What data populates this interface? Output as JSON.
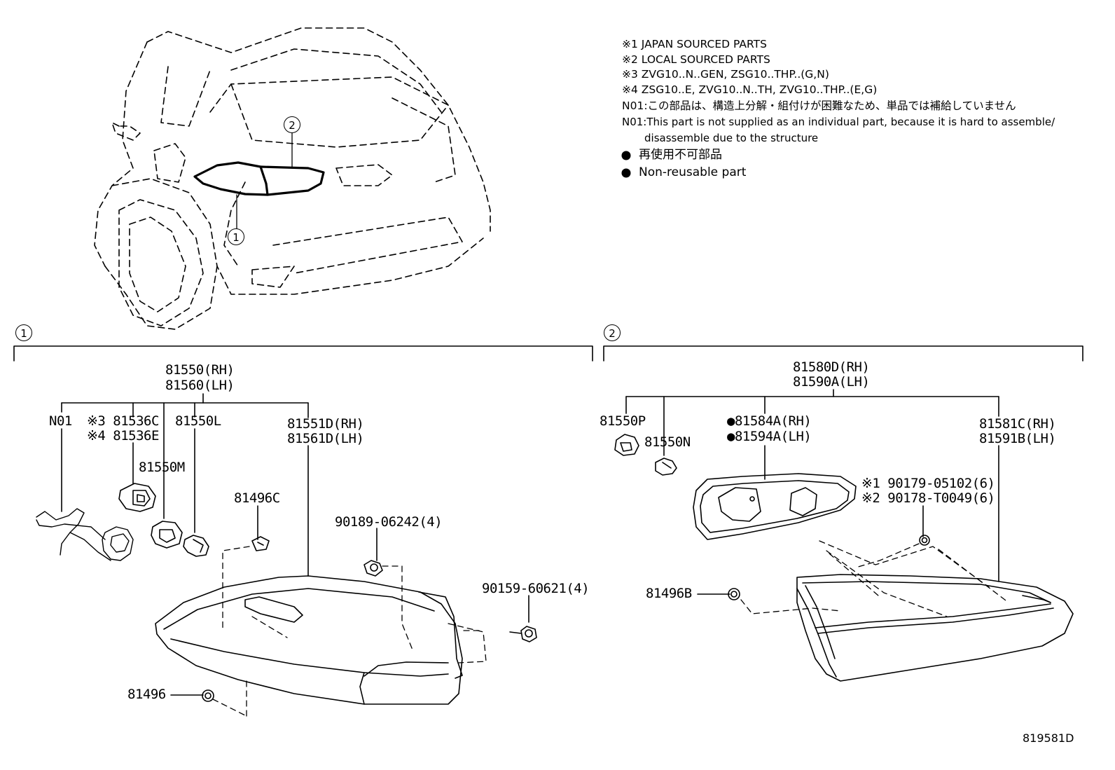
{
  "notes": [
    "※1 JAPAN SOURCED PARTS",
    "※2 LOCAL SOURCED PARTS",
    "※3 ZVG10..N..GEN, ZSG10..THP..(G,N)",
    "※4 ZSG10..E, ZVG10..N..TH, ZVG10..THP..(E,G)",
    "N01:この部品は、構造上分解・組付けが困難なため、単品では補給していません",
    "N01:This part is not supplied as an individual part, because it is hard to assemble/",
    "disassemble due to the structure",
    "再使用不可部品",
    "Non-reusable part"
  ],
  "callouts": {
    "c1": "1",
    "c2": "2"
  },
  "section1": {
    "number": "1",
    "main_rh": "81550(RH)",
    "main_lh": "81560(LH)",
    "n01": "N01",
    "p81536c": "※3 81536C",
    "p81536e": "※4 81536E",
    "p81550l": "81550L",
    "p81550m": "81550M",
    "lens_rh": "81551D(RH)",
    "lens_lh": "81561D(LH)",
    "p81496c": "81496C",
    "p90189": "90189-06242(4)",
    "p90159": "90159-60621(4)",
    "p81496": "81496"
  },
  "section2": {
    "number": "2",
    "main_rh": "81580D(RH)",
    "main_lh": "81590A(LH)",
    "p81550p": "81550P",
    "p81550n": "81550N",
    "gasket_rh": "●81584A(RH)",
    "gasket_lh": "●81594A(LH)",
    "lens_rh": "81581C(RH)",
    "lens_lh": "81591B(LH)",
    "screw1": "※1 90179-05102(6)",
    "screw2": "※2 90178-T0049(6)",
    "p81496b": "81496B"
  },
  "figure_id": "819581D"
}
